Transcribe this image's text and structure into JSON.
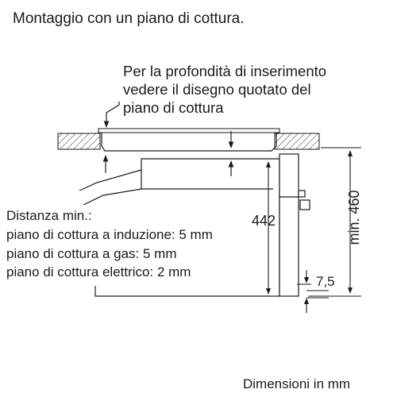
{
  "title": "Montaggio con un piano di cottura.",
  "note_lines": [
    "Per la profondità di inserimento",
    "vedere il disegno quotato del",
    "piano di cottura"
  ],
  "distance": {
    "heading": "Distanza min.:",
    "lines": [
      "piano di cottura a induzione: 5 mm",
      "piano di cottura a gas: 5 mm",
      "piano di cottura elettrico: 2 mm"
    ]
  },
  "dimensions": {
    "height_442": "442",
    "min_460": "min. 460",
    "gap_7_5": "7,5"
  },
  "units_note": "Dimensioni in mm"
}
